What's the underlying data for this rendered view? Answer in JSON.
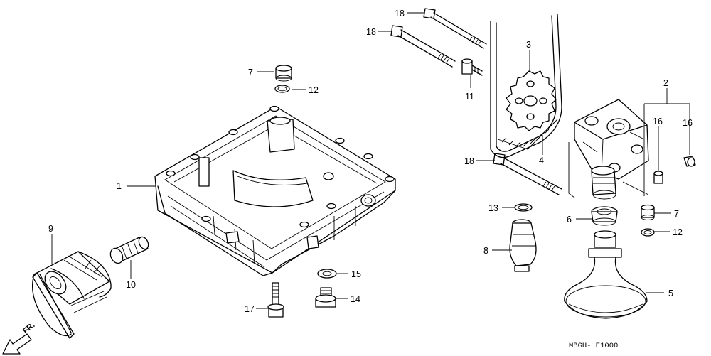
{
  "diagram_code": "MBGH- E1000",
  "front_marker": "FR.",
  "callouts": {
    "c1": "1",
    "c2": "2",
    "c3": "3",
    "c4": "4",
    "c5": "5",
    "c6": "6",
    "c7a": "7",
    "c7b": "7",
    "c8": "8",
    "c9": "9",
    "c10": "10",
    "c11": "11",
    "c12a": "12",
    "c12b": "12",
    "c13": "13",
    "c14": "14",
    "c15": "15",
    "c16a": "16",
    "c16b": "16",
    "c17": "17",
    "c18a": "18",
    "c18b": "18",
    "c18c": "18"
  }
}
